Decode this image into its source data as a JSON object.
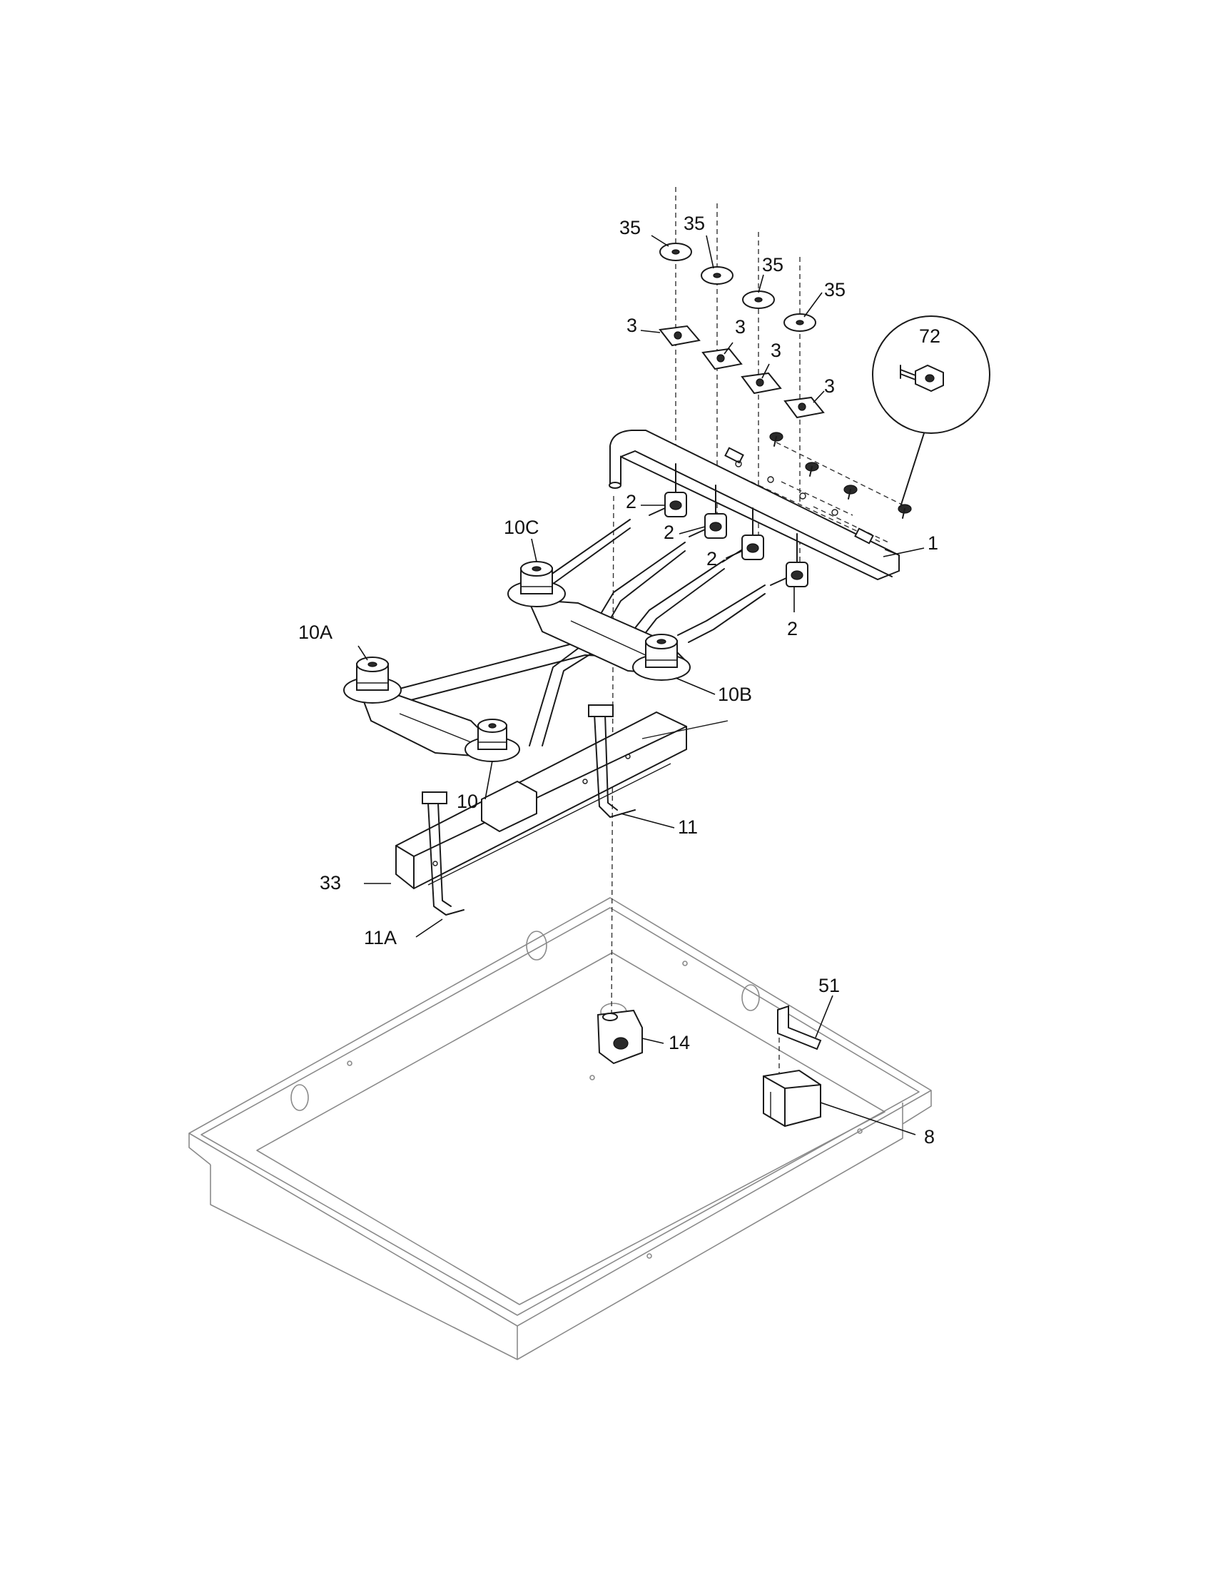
{
  "callouts": {
    "manifold": "1",
    "valve_a": "2",
    "valve_b": "2",
    "valve_c": "2",
    "valve_d": "2",
    "bracket_a": "3",
    "bracket_b": "3",
    "bracket_c": "3",
    "bracket_d": "3",
    "burner_rear_left": "10A",
    "burner_rear_right": "10C",
    "burner_front_right": "10B",
    "burner_front_left": "10",
    "tube_right": "11",
    "tube_left": "11A",
    "spark_module_bracket": "33",
    "regulator": "14",
    "bracket_51": "51",
    "spark_module": "8",
    "washer_a": "35",
    "washer_b": "35",
    "washer_c": "35",
    "washer_d": "35",
    "screw_detail": "72"
  }
}
